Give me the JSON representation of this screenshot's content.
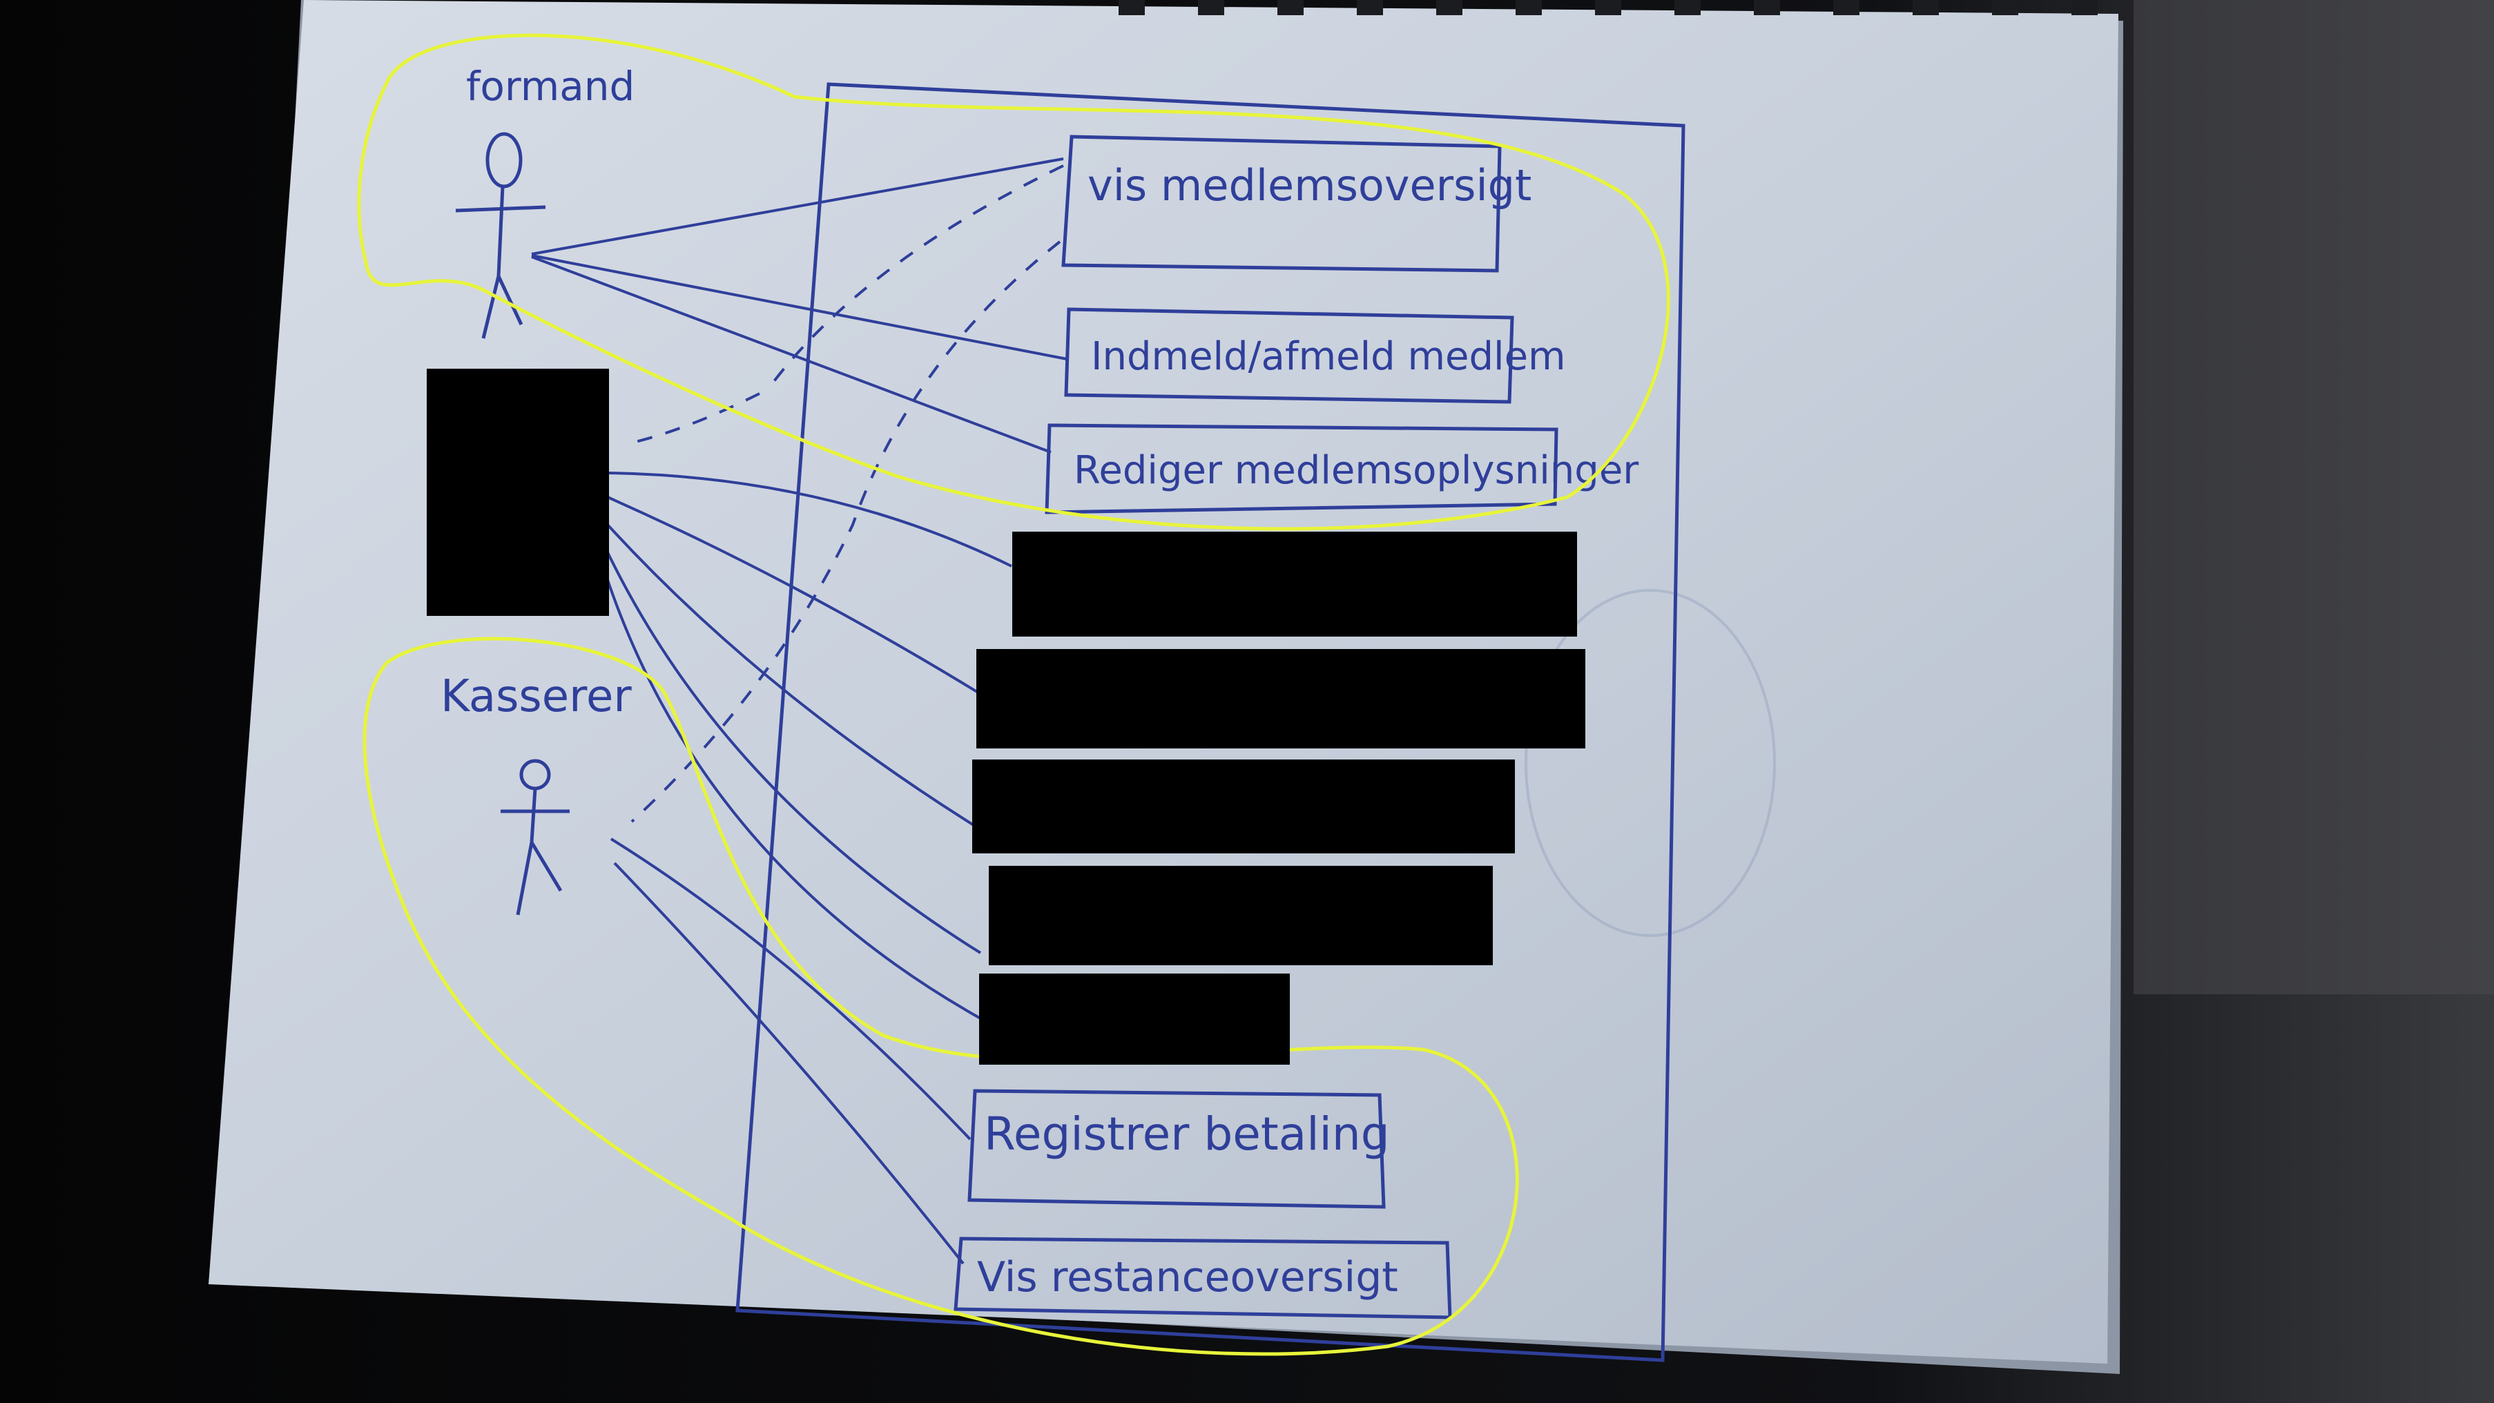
{
  "diagram": {
    "actors": [
      {
        "id": "formand",
        "label": "formand"
      },
      {
        "id": "kasserer",
        "label": "Kasserer"
      }
    ],
    "use_cases": [
      {
        "id": "uc1",
        "label": "vis medlemsoversigt"
      },
      {
        "id": "uc2",
        "label": "Indmeld/afmeld medlem"
      },
      {
        "id": "uc3",
        "label": "Rediger medlemsoplysninger"
      },
      {
        "id": "uc9",
        "label": "Registrer betaling"
      },
      {
        "id": "uc10",
        "label": "Vis restanceoversigt"
      }
    ],
    "redacted_labels": 6
  },
  "colors": {
    "ink": "#2f3f9a",
    "highlight": "#e7f43a",
    "redaction": "#000000",
    "paper": "#c9d1dd"
  }
}
